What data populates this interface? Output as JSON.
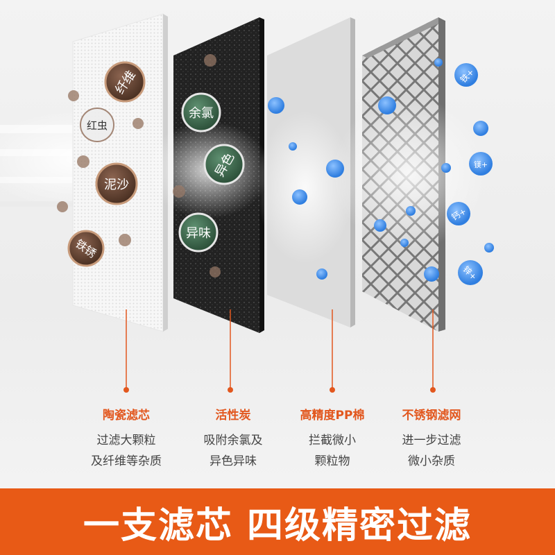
{
  "colors": {
    "accent": "#e85a16",
    "label_orange": "#e2571e",
    "text_gray": "#444444",
    "brown_ball": "#6b4a38",
    "green_ball": "#3f6b4f",
    "blue_ion": "#4a8fe0"
  },
  "layers": [
    {
      "id": "ceramic",
      "title": "陶瓷滤芯",
      "lines": [
        "过滤大颗粒",
        "及纤维等杂质"
      ],
      "balls": [
        "纤维",
        "红虫",
        "泥沙",
        "铁锈"
      ]
    },
    {
      "id": "carbon",
      "title": "活性炭",
      "lines": [
        "吸附余氯及",
        "异色异味"
      ],
      "balls": [
        "余氯",
        "异色",
        "异味"
      ]
    },
    {
      "id": "pp",
      "title": "高精度PP棉",
      "lines": [
        "拦截微小",
        "颗粒物"
      ],
      "balls": []
    },
    {
      "id": "steel",
      "title": "不锈钢滤网",
      "lines": [
        "进一步过滤",
        "微小杂质"
      ],
      "balls": [
        "铁+",
        "镁+",
        "钙+",
        "锌+"
      ]
    }
  ],
  "banner": {
    "text": "一支滤芯 四级精密过滤"
  }
}
